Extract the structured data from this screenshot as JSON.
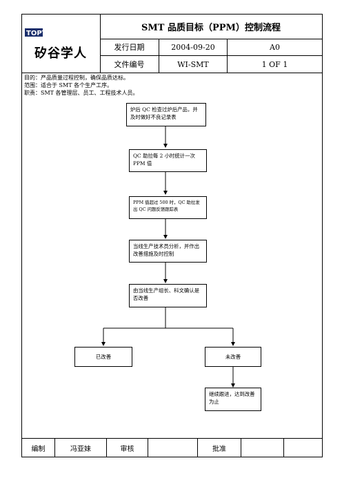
{
  "logo": {
    "brand_en": "TOPTREND",
    "brand_cn": "矽谷学人"
  },
  "header": {
    "title": "SMT 品质目标（PPM）控制流程",
    "issue_date_label": "发行日期",
    "issue_date_value": "2004-09-20",
    "version": "A0",
    "doc_no_label": "文件编号",
    "doc_no_value": "WI-SMT",
    "page": "1 OF 1"
  },
  "intro": {
    "purpose": "目的：产品质量过程控制，确保品质达标。",
    "scope": "范围：适合于 SMT 各个生产工序。",
    "duty": "职责：SMT 各管理层、员工、工程技术人员。"
  },
  "flow": {
    "step1": "炉后 QC 检查过炉后产品，并及时做好不良记录表",
    "step2": "QC 助拉每 2 小时统计一次 PPM 值",
    "step3": "PPM 值超过 500 时，QC 助拉发出 QC 问题反馈跟踪表",
    "step4": "当线生产技术员分析，并作出改善措施及时控制",
    "step5": "由当线生产组长、科文确认是否改善",
    "improved": "已改善",
    "not_improved": "未改善",
    "continue": "继续跟进，达到改善为止"
  },
  "footer": {
    "compiled_label": "编制",
    "compiled_by": "冯亚妹",
    "review_label": "审核",
    "review_by": "",
    "approve_label": "批准",
    "approve_by": ""
  }
}
